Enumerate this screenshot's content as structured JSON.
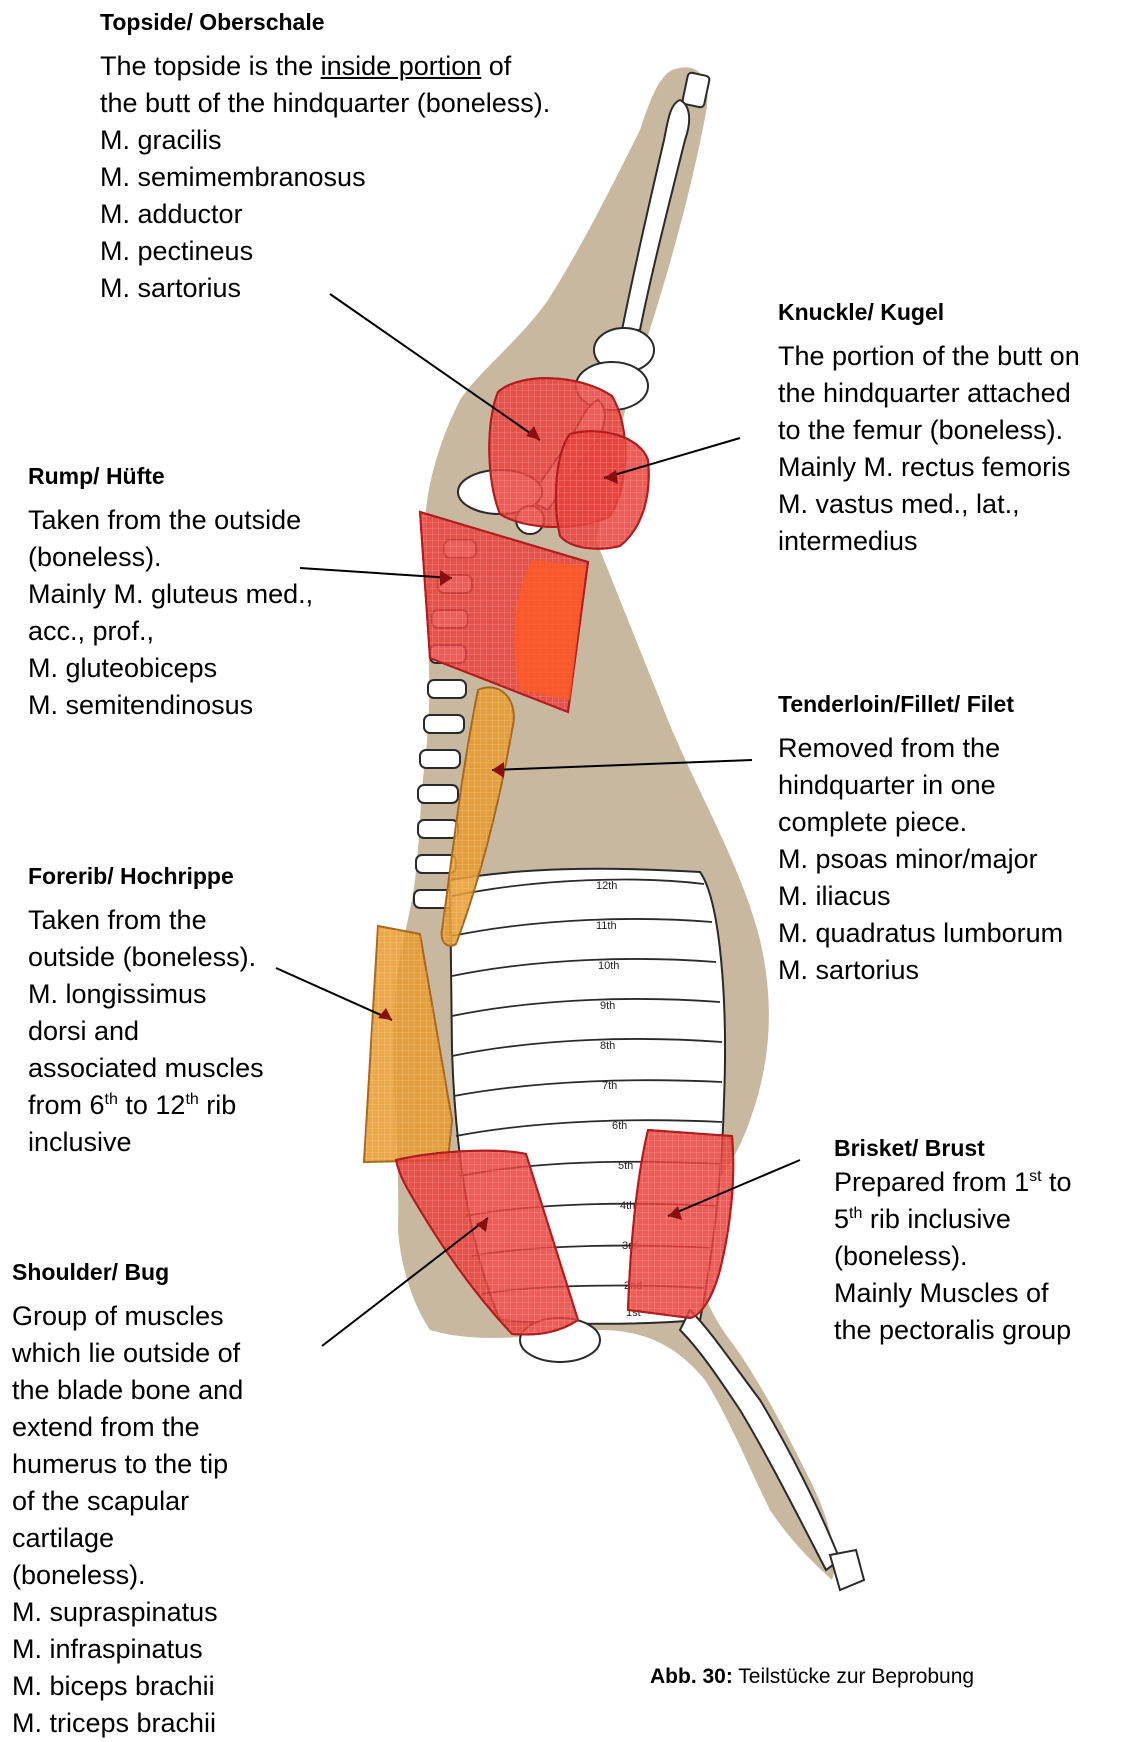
{
  "topside": {
    "heading": "Topside/ Oberschale",
    "line1_pre": "The topside is the ",
    "line1_underlined": "inside portion",
    "line1_post": " of",
    "line2": "the butt of the hindquarter (boneless).",
    "muscles": [
      "M. gracilis",
      "M. semimembranosus",
      "M. adductor",
      "M. pectineus",
      "M. sartorius"
    ]
  },
  "knuckle": {
    "heading": "Knuckle/ Kugel",
    "lines": [
      "The portion of the butt on",
      "the hindquarter attached",
      "to the femur (boneless).",
      "Mainly M. rectus femoris",
      "M. vastus med., lat.,",
      "intermedius"
    ]
  },
  "rump": {
    "heading": "Rump/ Hüfte",
    "lines": [
      "Taken from the outside",
      "(boneless).",
      "Mainly M. gluteus med.,",
      "acc., prof.,",
      "M. gluteobiceps",
      "M. semitendinosus"
    ]
  },
  "tenderloin": {
    "heading": "Tenderloin/Fillet/ Filet",
    "lines": [
      "Removed from the",
      "hindquarter in one",
      "complete piece.",
      "M. psoas minor/major",
      "M. iliacus",
      "M. quadratus lumborum",
      "M. sartorius"
    ]
  },
  "forerib": {
    "heading": "Forerib/ Hochrippe",
    "lines": [
      "Taken from the",
      "outside (boneless).",
      "M. longissimus",
      "dorsi and",
      "associated muscles"
    ],
    "range_from": "from 6",
    "range_sup1": "th",
    "range_mid": " to 12",
    "range_sup2": "th",
    "range_post": " rib",
    "last_line": "inclusive"
  },
  "brisket": {
    "heading": "Brisket/ Brust",
    "line1_pre": "Prepared from 1",
    "line1_sup1": "st",
    "line1_post": " to",
    "line2_pre": "5",
    "line2_sup": "th",
    "line2_post": " rib inclusive",
    "lines": [
      "(boneless).",
      "Mainly Muscles of",
      "the pectoralis group"
    ]
  },
  "shoulder": {
    "heading": "Shoulder/ Bug",
    "lines": [
      "Group of muscles",
      "which lie outside of",
      "the blade bone and",
      "extend from the",
      "humerus to the tip",
      "of the scapular",
      "cartilage",
      "(boneless).",
      "M. supraspinatus",
      "M. infraspinatus",
      "M. biceps brachii",
      "M. triceps brachii"
    ]
  },
  "ribs": [
    "12th",
    "11th",
    "10th",
    "9th",
    "8th",
    "7th",
    "6th",
    "5th",
    "4th",
    "3rd",
    "2nd",
    "1st"
  ],
  "caption": {
    "label": "Abb. 30:",
    "text": " Teilstücke zur Beprobung"
  },
  "colors": {
    "carcass": "#c8b8a0",
    "red_cut": "#e8413c",
    "orange_cut": "#e89a2c",
    "bone_fill": "#ffffff",
    "bone_stroke": "#2a2a2a"
  }
}
